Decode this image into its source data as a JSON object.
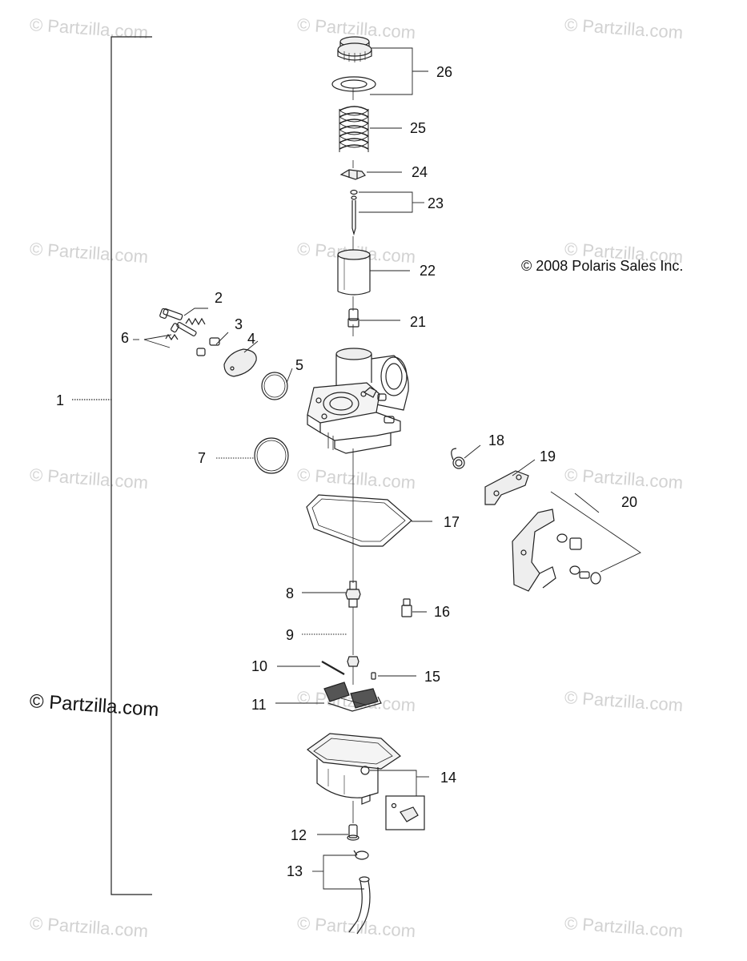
{
  "copyright": "© 2008 Polaris Sales Inc.",
  "watermark": "© Partzilla.com",
  "watermark_large": "© Partzilla.com",
  "callouts": [
    "1",
    "2",
    "3",
    "4",
    "5",
    "6",
    "7",
    "8",
    "9",
    "10",
    "11",
    "12",
    "13",
    "14",
    "15",
    "16",
    "17",
    "18",
    "19",
    "20",
    "21",
    "22",
    "23",
    "24",
    "25",
    "26"
  ],
  "colors": {
    "line": "#222222",
    "watermark": "#d2d2d2",
    "part_fill": "#eeeeee"
  }
}
